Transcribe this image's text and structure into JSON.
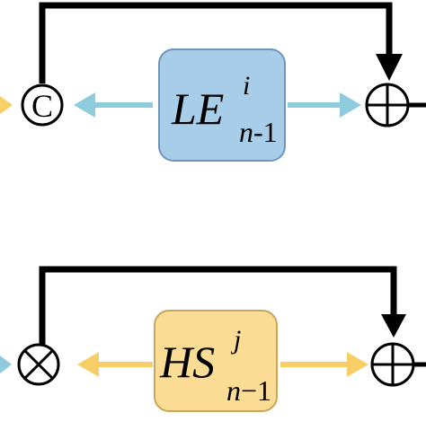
{
  "colors": {
    "line": "#000000",
    "blue_arrow": "#8ecbdc",
    "yellow_arrow": "#f7cf66",
    "le_box_fill": "#a8cde9",
    "le_box_stroke": "#6f95bd",
    "hs_box_fill": "#fbdc94",
    "hs_box_stroke": "#c9a75a"
  },
  "top_block": {
    "concat_symbol": "C",
    "box_label": {
      "base": "LE",
      "superscript": "i",
      "subscript_var": "n",
      "subscript_rest": "-1"
    }
  },
  "bottom_block": {
    "box_label": {
      "base": "HS",
      "superscript": "j",
      "subscript_var": "n",
      "subscript_rest": "−1"
    }
  }
}
